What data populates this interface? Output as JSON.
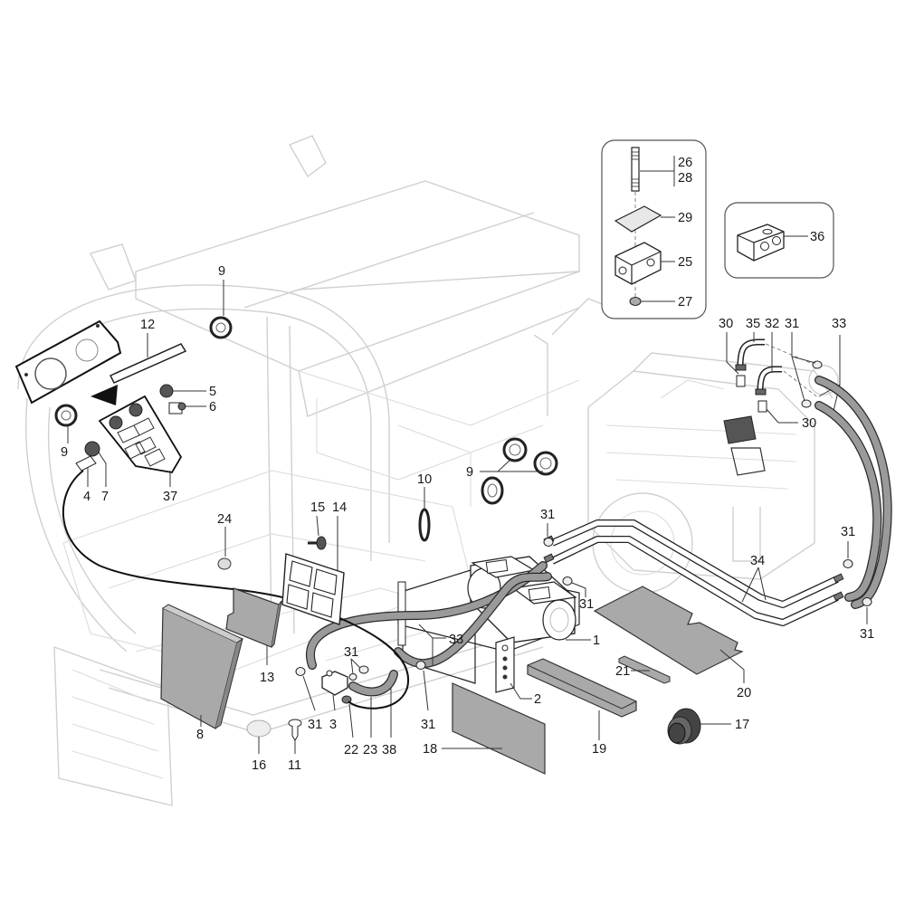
{
  "diagram": {
    "title": "Cab heater system – exploded parts view",
    "callouts": {
      "c1": "1",
      "c2": "2",
      "c3": "3",
      "c4": "4",
      "c5": "5",
      "c6": "6",
      "c7": "7",
      "c8": "8",
      "c9_top": "9",
      "c9_left": "9",
      "c9_mid": "9",
      "c10": "10",
      "c11": "11",
      "c12": "12",
      "c13": "13",
      "c14": "14",
      "c15": "15",
      "c16": "16",
      "c17": "17",
      "c18": "18",
      "c19": "19",
      "c20": "20",
      "c21": "21",
      "c22": "22",
      "c23": "23",
      "c24": "24",
      "c25": "25",
      "c26": "26",
      "c27": "27",
      "c28": "28",
      "c29": "29",
      "c30_top": "30",
      "c30_low": "30",
      "c31_top": "31",
      "c31_mid_a": "31",
      "c31_mid_b": "31",
      "c31_valve": "31",
      "c31_bot_a": "31",
      "c31_bot_b": "31",
      "c31_right_a": "31",
      "c31_right_b": "31",
      "c32": "32",
      "c33_top": "33",
      "c33_mid": "33",
      "c34": "34",
      "c35": "35",
      "c36": "36",
      "c37": "37",
      "c38": "38"
    },
    "insets": [
      {
        "name": "stud-clamp-assembly",
        "parts": [
          "26",
          "28",
          "29",
          "25",
          "27"
        ]
      },
      {
        "name": "twin-pipe-clamp",
        "parts": [
          "36"
        ]
      }
    ],
    "colors": {
      "line": "#222222",
      "ghost_outline": "#d0d0d0",
      "filter_panel": "#a9a9a9",
      "hose": "#9a9a9a",
      "background": "#ffffff"
    }
  }
}
